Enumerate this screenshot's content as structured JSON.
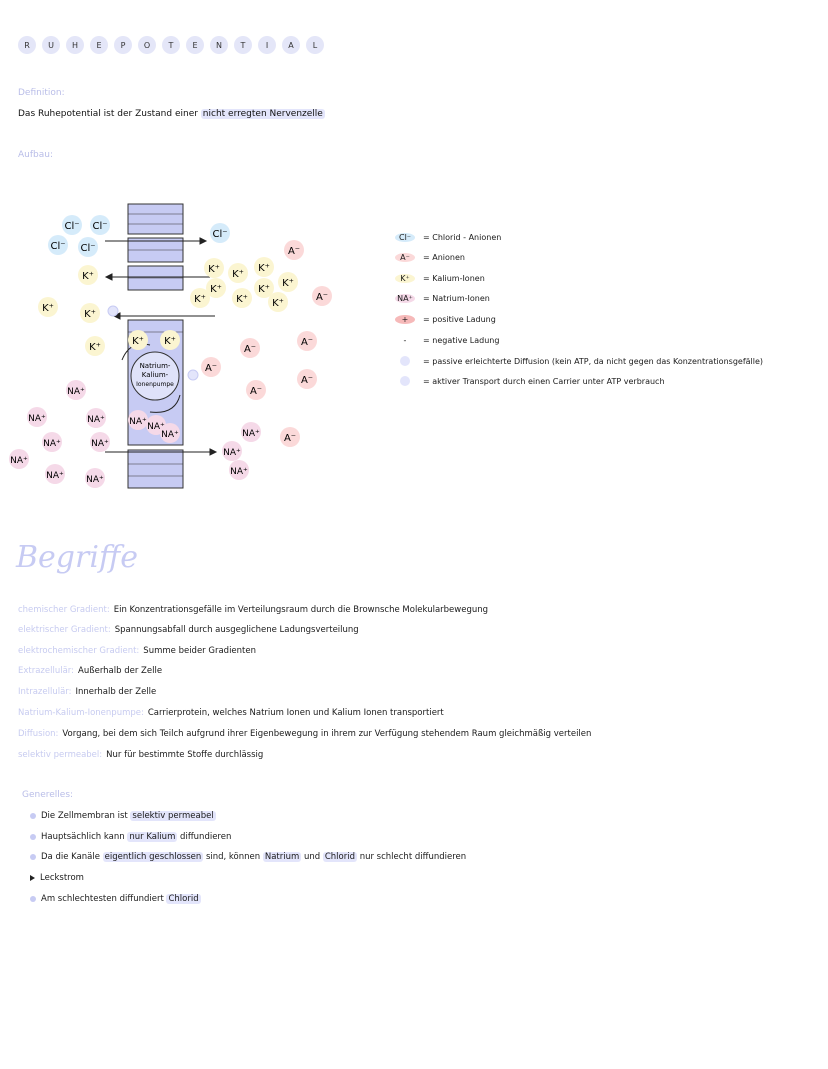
{
  "title": {
    "letters": [
      "R",
      "U",
      "H",
      "E",
      "P",
      "O",
      "T",
      "E",
      "N",
      "T",
      "I",
      "A",
      "L"
    ]
  },
  "definition": {
    "label": "Definition:",
    "text_before": "Das Ruhepotential ist der Zustand  einer ",
    "text_highlight": "nicht erregten Nervenzelle"
  },
  "aufbau": {
    "label": "Aufbau:"
  },
  "diagram": {
    "cl_symbol": "Cl⁻",
    "k_symbol": "K⁺",
    "na_symbol": "NA⁺",
    "a_symbol": "A⁻",
    "pump_label_1": "Natrium-",
    "pump_label_2": "Kalium-",
    "pump_label_3": "Ionenpumpe"
  },
  "legend": {
    "items": [
      {
        "symbol": "Cl⁻",
        "text": "= Chlorid - Anionen",
        "color": "#d5ebfa"
      },
      {
        "symbol": "A⁻",
        "text": "= Anionen",
        "color": "#fbd9d9"
      },
      {
        "symbol": "K⁺",
        "text": "= Kalium-Ionen",
        "color": "#fbf5d1"
      },
      {
        "symbol": "NA⁺",
        "text": "= Natrium-Ionen",
        "color": "#f5d9e8"
      },
      {
        "symbol": "+",
        "text": "= positive Ladung",
        "color": "#f6b9b9"
      },
      {
        "symbol": "-",
        "text": "= negative Ladung",
        "color": "#ffffff"
      },
      {
        "symbol": "",
        "text": "= passive erleichterte Diffusion (kein ATP, da nicht gegen das Konzentrationsgefälle)",
        "color": "#e3e5fb"
      },
      {
        "symbol": "",
        "text": "= aktiver Transport durch einen Carrier unter ATP verbrauch",
        "color": "#e3e5fb"
      }
    ]
  },
  "begriffe": {
    "heading": "Begriffe",
    "terms": [
      {
        "term": "chemischer Gradient:",
        "def": "Ein Konzentrationsgefälle im Verteilungsraum durch die  Brownsche Molekularbewegung"
      },
      {
        "term": "elektrischer Gradient:",
        "def": "Spannungsabfall durch ausgeglichene Ladungsverteilung"
      },
      {
        "term": "elektrochemischer Gradient:",
        "def": "Summe beider Gradienten"
      },
      {
        "term": "Extrazellulär:",
        "def": "Außerhalb der  Zelle"
      },
      {
        "term": "Intrazellulär:",
        "def": "Innerhalb der Zelle"
      },
      {
        "term": "Natrium-Kalium-Ionenpumpe:",
        "def": "Carrierprotein, welches  Natrium Ionen  und Kalium Ionen  transportiert"
      },
      {
        "term": "Diffusion:",
        "def": "Vorgang, bei dem sich Teilch aufgrund ihrer  Eigenbewegung in ihrem zur Verfügung stehendem Raum gleichmäßig verteilen"
      },
      {
        "term": "selektiv permeabel:",
        "def": "Nur für bestimmte Stoffe durchlässig"
      }
    ]
  },
  "generelles": {
    "label": "Generelles:",
    "b1_text": "Die Zellmembran ist ",
    "b1_hl": "selektiv permeabel",
    "b2_text": "Hauptsächlich kann ",
    "b2_hl": "nur Kalium",
    "b2_after": " diffundieren",
    "b3_text": "Da die Kanäle ",
    "b3_hl1": "eigentlich geschlossen",
    "b3_mid": " sind, können ",
    "b3_hl2": "Natrium",
    "b3_mid2": " und ",
    "b3_hl3": "Chlorid",
    "b3_after": " nur schlecht diffundieren",
    "b4_text": "Leckstrom",
    "b5_text": "Am schlechtesten diffundiert ",
    "b5_hl": "Chlorid"
  }
}
